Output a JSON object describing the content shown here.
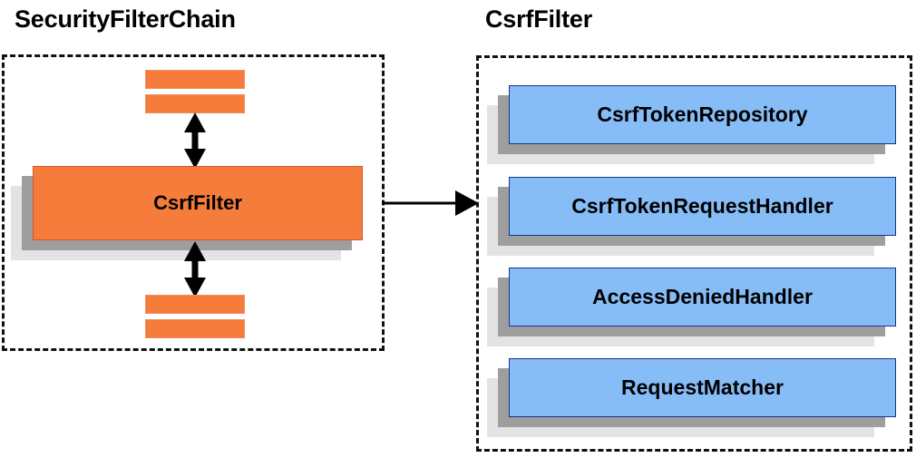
{
  "diagram": {
    "title_left": "SecurityFilterChain",
    "title_right": "CsrfFilter",
    "colors": {
      "orange_fill": "#F57C3A",
      "orange_border": "#D9542A",
      "blue_fill": "#86BDF7",
      "blue_border": "#16348C",
      "shadow_dark": "#9E9E9E",
      "shadow_light": "#E3E3E3",
      "outline": "#111111",
      "text": "#000000",
      "background": "#FFFFFF"
    }
  },
  "left_panel": {
    "title": "SecurityFilterChain",
    "top_bars": [
      {
        "name": "filter-bar-top-1"
      },
      {
        "name": "filter-bar-top-2"
      }
    ],
    "main_card": {
      "label": "CsrfFilter"
    },
    "bottom_bars": [
      {
        "name": "filter-bar-bottom-1"
      },
      {
        "name": "filter-bar-bottom-2"
      }
    ],
    "arrows": [
      {
        "name": "arrow-top-bidirectional",
        "direction": "bidirectional"
      },
      {
        "name": "arrow-bottom-bidirectional",
        "direction": "bidirectional"
      }
    ]
  },
  "right_panel": {
    "title": "CsrfFilter",
    "cards": [
      {
        "label": "CsrfTokenRepository"
      },
      {
        "label": "CsrfTokenRequestHandler"
      },
      {
        "label": "AccessDeniedHandler"
      },
      {
        "label": "RequestMatcher"
      }
    ]
  },
  "connector": {
    "name": "arrow-left-to-right",
    "direction": "right"
  }
}
